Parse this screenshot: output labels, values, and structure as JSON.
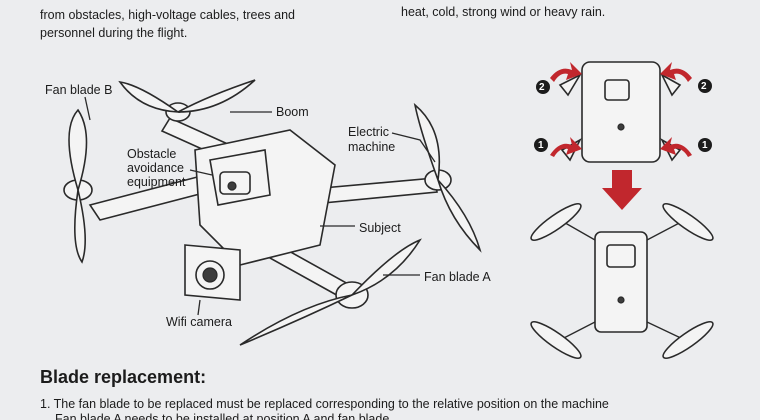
{
  "top_left_lines": [
    "from obstacles, high-voltage cables, trees and",
    "personnel during the flight."
  ],
  "top_right_line": "heat, cold, strong wind or heavy rain.",
  "labels": {
    "fan_blade_b": "Fan blade B",
    "boom": "Boom",
    "obstacle": [
      "Obstacle",
      "avoidance",
      "equipment"
    ],
    "electric_machine": [
      "Electric",
      "machine"
    ],
    "subject": "Subject",
    "fan_blade_a": "Fan blade A",
    "wifi_camera": "Wifi camera"
  },
  "fold_steps": [
    "2",
    "2",
    "1",
    "1"
  ],
  "section_title": "Blade replacement:",
  "steps": [
    "1. The fan blade to be replaced must be replaced corresponding to the relative position on the machine",
    "Fan blade A needs to be installed at position A and fan blade"
  ],
  "colors": {
    "accent_red": "#c1272d",
    "ink": "#1c1c1c",
    "paper": "#ecedef"
  }
}
